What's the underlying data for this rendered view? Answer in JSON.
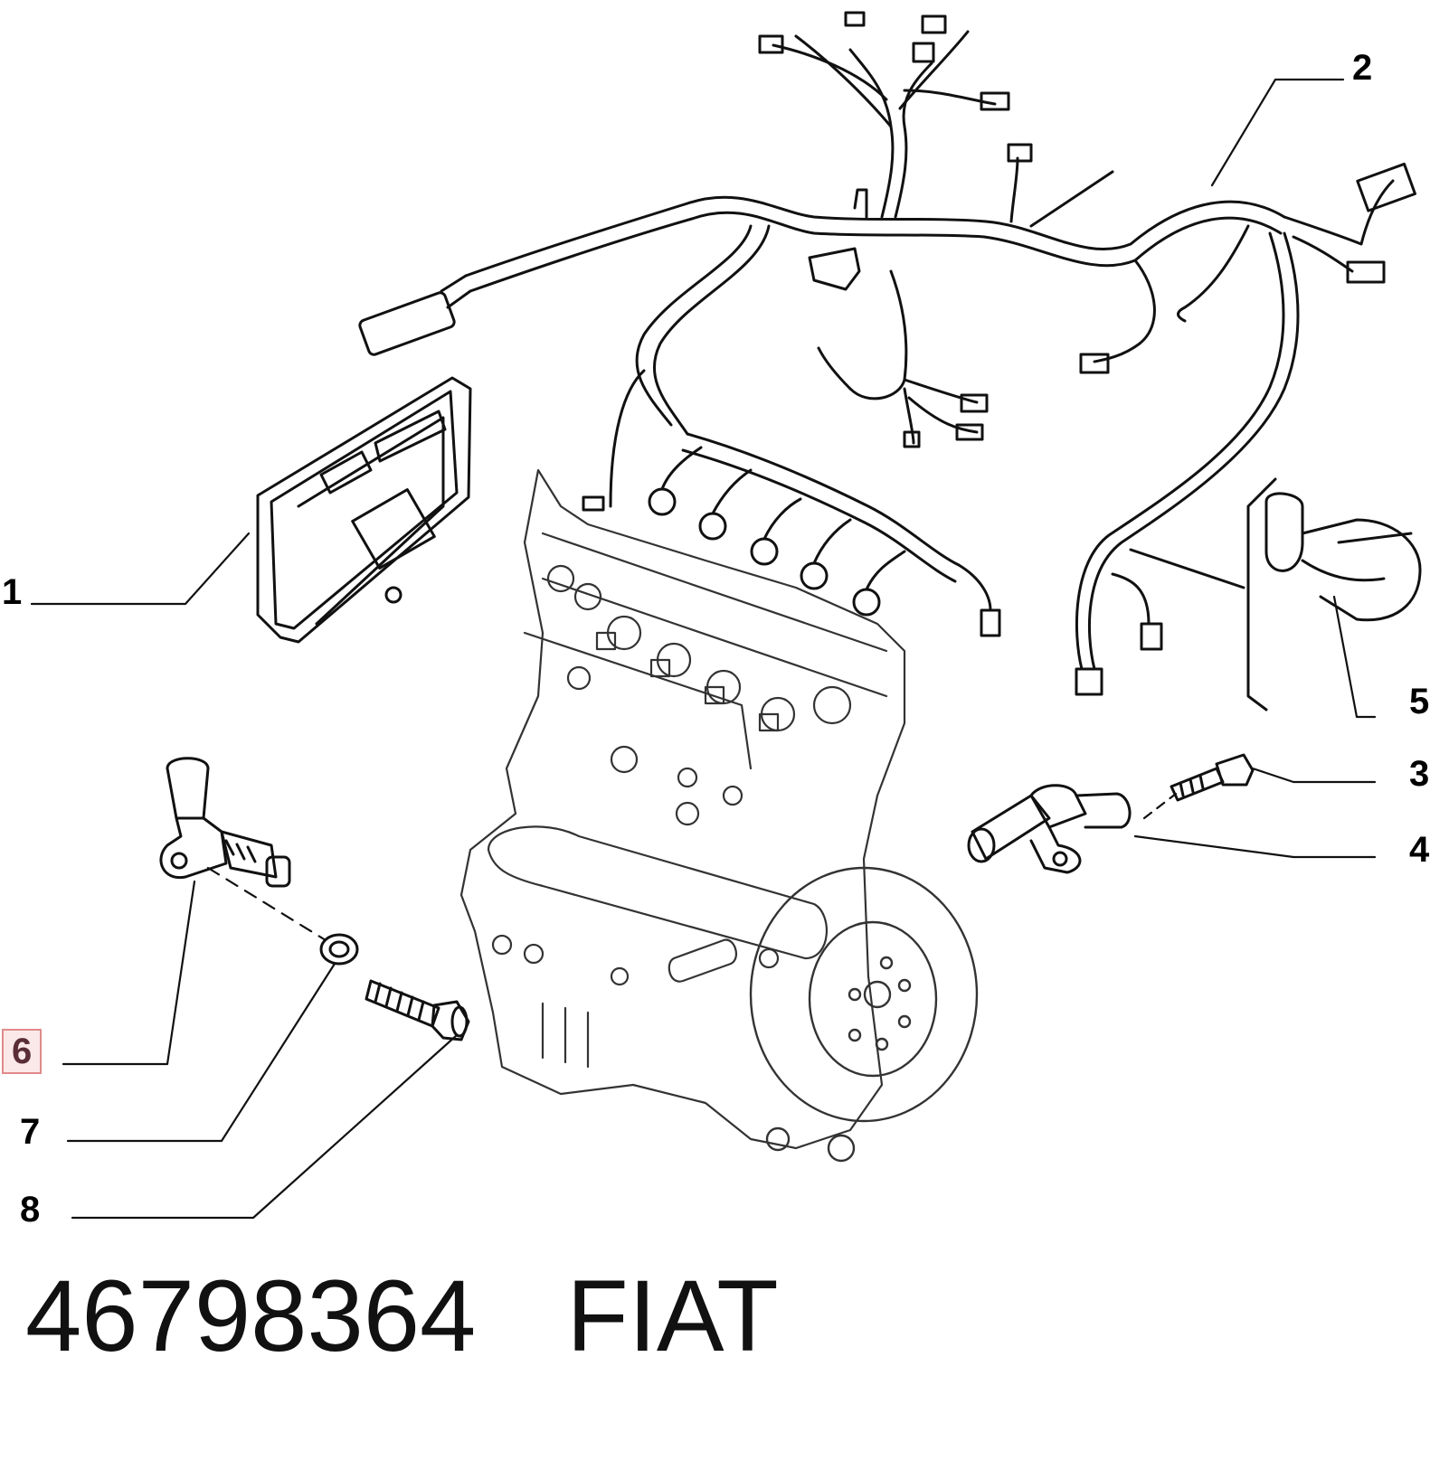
{
  "callouts": {
    "c1": "1",
    "c2": "2",
    "c3": "3",
    "c4": "4",
    "c5": "5",
    "c6": "6",
    "c7": "7",
    "c8": "8"
  },
  "highlight_color": "#e08a8a",
  "footer": {
    "part_number": "46798364",
    "brand": "FIAT"
  }
}
